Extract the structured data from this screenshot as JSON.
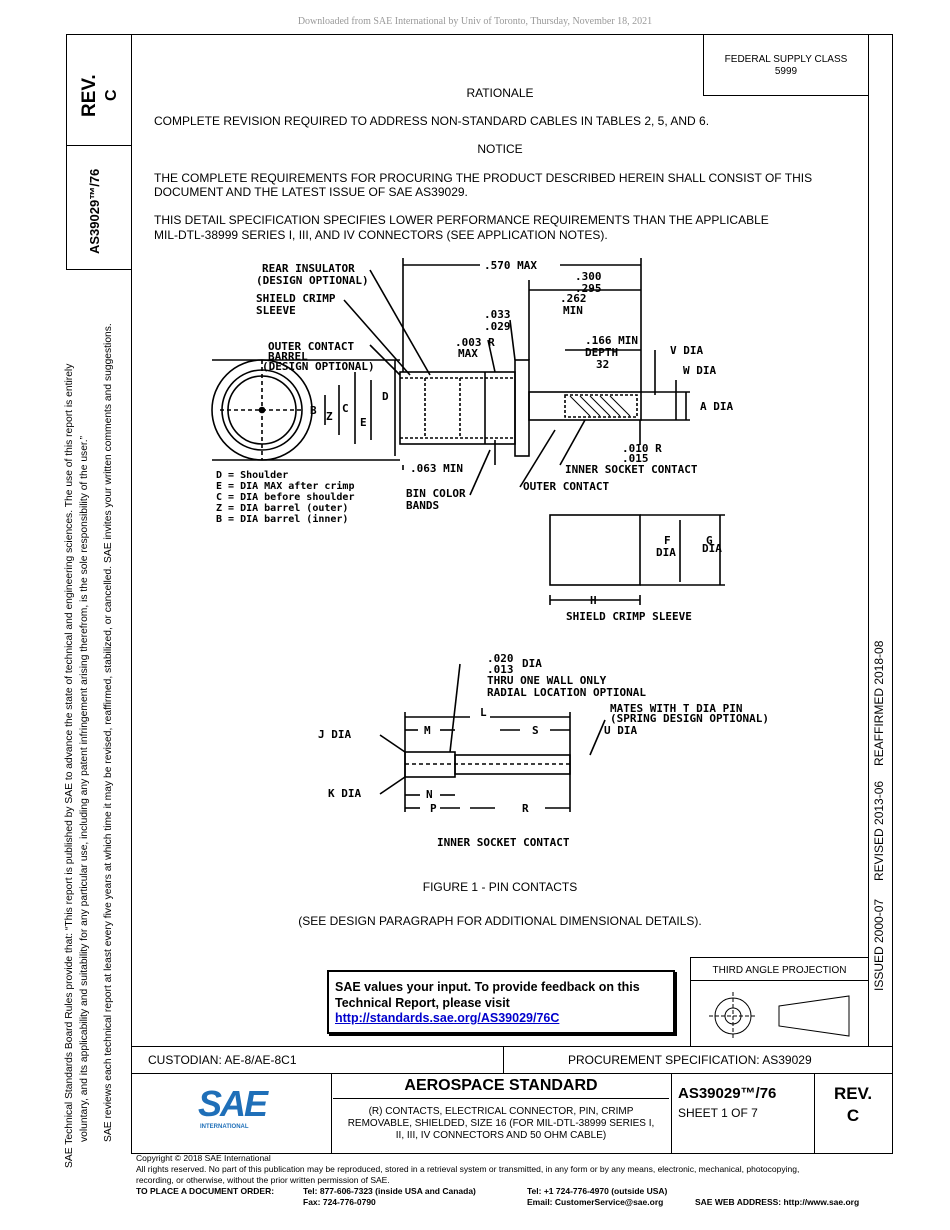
{
  "download_notice": "Downloaded from SAE International by Univ of Toronto, Thursday, November 18, 2021",
  "left_margin": {
    "rev_label": "REV.",
    "rev_value": "C",
    "doc_number": "AS39029™/76",
    "policy_line1": "SAE Technical Standards Board Rules provide that: “This report is published by SAE to advance the state of technical and engineering sciences. The use of this report is entirely",
    "policy_line2": "voluntary, and its applicability and suitability for any particular use, including any patent infringement arising therefrom, is the sole responsibility of the user.”",
    "policy_line3": "SAE reviews each technical report at least every five years at which time it may be revised, reaffirmed, stabilized, or cancelled. SAE invites your written comments and suggestions."
  },
  "federal_supply": {
    "label": "FEDERAL SUPPLY CLASS",
    "value": "5999"
  },
  "right_margin": {
    "issued": "ISSUED 2000-07",
    "revised": "REVISED 2013-06",
    "reaffirmed": "REAFFIRMED 2018-08"
  },
  "body": {
    "rationale_heading": "RATIONALE",
    "rationale_text": "COMPLETE REVISION REQUIRED TO ADDRESS NON-STANDARD CABLES IN TABLES 2, 5, AND 6.",
    "notice_heading": "NOTICE",
    "notice_line1": "THE COMPLETE REQUIREMENTS FOR PROCURING THE PRODUCT DESCRIBED HEREIN SHALL CONSIST OF THIS",
    "notice_line2": "DOCUMENT AND THE LATEST ISSUE OF SAE AS39029.",
    "spec_line1": "THIS DETAIL SPECIFICATION SPECIFIES LOWER PERFORMANCE REQUIREMENTS THAN THE APPLICABLE",
    "spec_line2": "MIL-DTL-38999 SERIES I, III, AND IV CONNECTORS (SEE APPLICATION NOTES).",
    "figure_caption": "FIGURE 1 - PIN CONTACTS",
    "figure_note": "(SEE DESIGN PARAGRAPH FOR ADDITIONAL DIMENSIONAL DETAILS)."
  },
  "drawing": {
    "rear_insulator": "REAR INSULATOR",
    "design_optional": "(DESIGN OPTIONAL)",
    "shield_crimp": "SHIELD CRIMP",
    "sleeve": "SLEEVE",
    "outer_contact": "OUTER CONTACT",
    "barrel": "BARREL",
    "design_optional2": "(DESIGN OPTIONAL)",
    "dim_570": ".570 MAX",
    "dim_300": ".300",
    "dim_295": ".295",
    "dim_262": ".262",
    "min": "MIN",
    "dim_033": ".033",
    "dim_029": ".029",
    "dim_003": ".003 R",
    "max": "MAX",
    "dim_166": ".166 MIN",
    "depth": "DEPTH",
    "dim_32": "32",
    "v_dia": "V DIA",
    "w_dia": "W DIA",
    "a_dia": "A DIA",
    "dim_010": ".010 R",
    "dim_015": ".015",
    "dim_063": ".063 MIN",
    "inner_socket": "INNER SOCKET CONTACT",
    "outer_contact2": "OUTER CONTACT",
    "bin_color": "BIN COLOR",
    "bands": "BANDS",
    "legend": [
      "D = Shoulder",
      "E = DIA MAX after crimp",
      "C = DIA before shoulder",
      "Z = DIA barrel (outer)",
      "B = DIA barrel (inner)"
    ],
    "letters": {
      "B": "B",
      "Z": "Z",
      "C": "C",
      "E": "E",
      "D": "D"
    },
    "f_dia": "F",
    "g_dia": "G",
    "dia": "DIA",
    "h": "H",
    "shield_crimp_sleeve": "SHIELD CRIMP SLEEVE",
    "dim_020": ".020",
    "dim_013": ".013",
    "dia2": "DIA",
    "thru_wall": "THRU ONE WALL ONLY",
    "radial": "RADIAL LOCATION OPTIONAL",
    "mates": "MATES WITH T DIA PIN",
    "spring": "(SPRING DESIGN OPTIONAL)",
    "u_dia": "U DIA",
    "j_dia": "J DIA",
    "k_dia": "K DIA",
    "l": "L",
    "m": "M",
    "s": "S",
    "n": "N",
    "p": "P",
    "r": "R",
    "inner_socket_contact": "INNER SOCKET CONTACT"
  },
  "feedback": {
    "line1": "SAE values your input. To provide feedback on this",
    "line2": "Technical Report, please visit",
    "link": "http://standards.sae.org/AS39029/76C"
  },
  "projection": {
    "label": "THIRD ANGLE PROJECTION"
  },
  "title_block": {
    "custodian": "CUSTODIAN: AE-8/AE-8C1",
    "procurement": "PROCUREMENT SPECIFICATION: AS39029",
    "logo_text": "SAE",
    "logo_sub": "INTERNATIONAL",
    "standard_type": "AEROSPACE STANDARD",
    "title_line1": "(R) CONTACTS, ELECTRICAL CONNECTOR, PIN, CRIMP",
    "title_line2": "REMOVABLE, SHIELDED, SIZE 16 (FOR MIL-DTL-38999 SERIES I,",
    "title_line3": "II, III, IV CONNECTORS AND 50 OHM CABLE)",
    "doc_number": "AS39029™/76",
    "sheet": "SHEET 1 OF 7",
    "rev_label": "REV.",
    "rev_value": "C"
  },
  "footer": {
    "copyright": "Copyright © 2018 SAE International",
    "rights_line1": "All rights reserved. No part of this publication may be reproduced, stored in a retrieval system or transmitted, in any form or by any means, electronic, mechanical, photocopying,",
    "rights_line2": "recording, or otherwise, without the prior written permission of SAE.",
    "order_label": "TO PLACE A DOCUMENT ORDER:",
    "tel_usa": "Tel: 877-606-7323 (inside USA and Canada)",
    "fax": "Fax: 724-776-0790",
    "tel_outside": "Tel: +1 724-776-4970 (outside USA)",
    "email": "Email: CustomerService@sae.org",
    "web": "SAE WEB ADDRESS: http://www.sae.org"
  }
}
